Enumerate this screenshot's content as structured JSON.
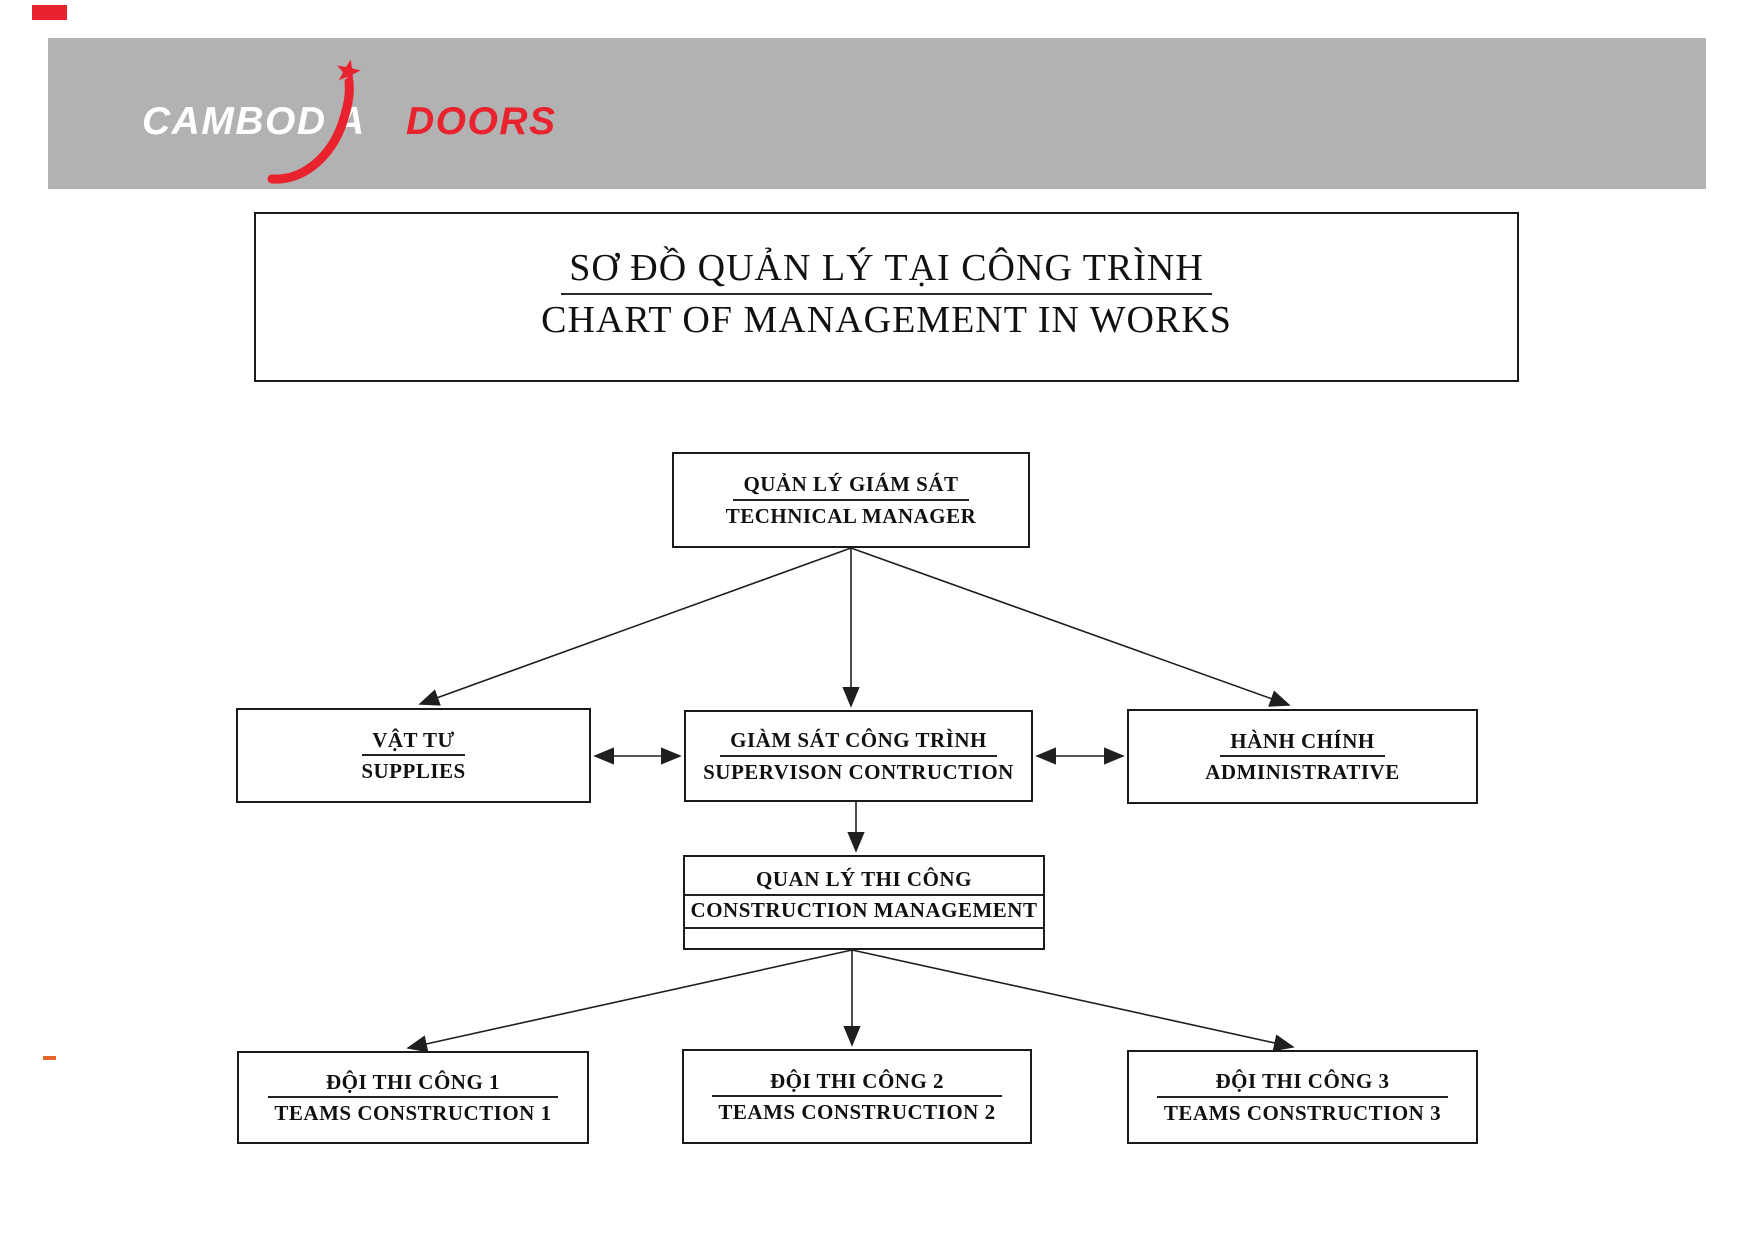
{
  "header": {
    "logo": {
      "part1": "CAMBOD",
      "part2": "A",
      "part3": "DOORS",
      "band_color": "#b2b2b2",
      "brand_red": "#e8232e",
      "brand_white": "#ffffff"
    }
  },
  "title_box": {
    "line_vi": "SƠ ĐỒ QUẢN LÝ TẠI CÔNG TRÌNH",
    "line_en": "CHART OF MANAGEMENT IN WORKS"
  },
  "org_chart": {
    "nodes": [
      {
        "id": "technical-manager",
        "vi": "QUẢN LÝ GIÁM SÁT",
        "en": "TECHNICAL MANAGER"
      },
      {
        "id": "supplies",
        "vi": "VẬT TƯ",
        "en": "SUPPLIES"
      },
      {
        "id": "supervision-construction",
        "vi": "GIÀM SÁT CÔNG TRÌNH",
        "en": "SUPERVISON CONTRUCTION"
      },
      {
        "id": "administrative",
        "vi": "HÀNH CHÍNH",
        "en": "ADMINISTRATIVE"
      },
      {
        "id": "construction-management",
        "vi": "QUAN LÝ  THI CÔNG",
        "en": "CONSTRUCTION MANAGEMENT"
      },
      {
        "id": "team-1",
        "vi": "ĐỘI THI CÔNG 1",
        "en": "TEAMS CONSTRUCTION 1"
      },
      {
        "id": "team-2",
        "vi": "ĐỘI THI CÔNG 2",
        "en": "TEAMS CONSTRUCTION 2"
      },
      {
        "id": "team-3",
        "vi": "ĐỘI THI CÔNG 3",
        "en": "TEAMS CONSTRUCTION 3"
      }
    ],
    "line_color": "#1f1f1f"
  }
}
